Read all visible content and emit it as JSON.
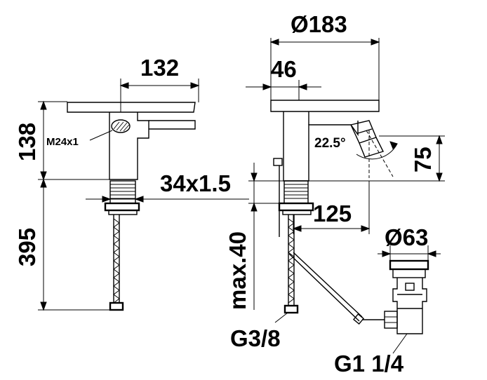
{
  "dimensions": {
    "width_132": "132",
    "height_138": "138",
    "thread_m24": "M24x1",
    "thread_34": "34x1.5",
    "length_395": "395",
    "diameter_183": "Ø183",
    "offset_46": "46",
    "angle": "22.5°",
    "height_75": "75",
    "reach_125": "125",
    "max_40": "max.40",
    "diameter_63": "Ø63",
    "connector_g38": "G3/8",
    "connector_g114": "G1 1/4"
  },
  "colors": {
    "ink": "#000000",
    "paper": "#ffffff"
  }
}
